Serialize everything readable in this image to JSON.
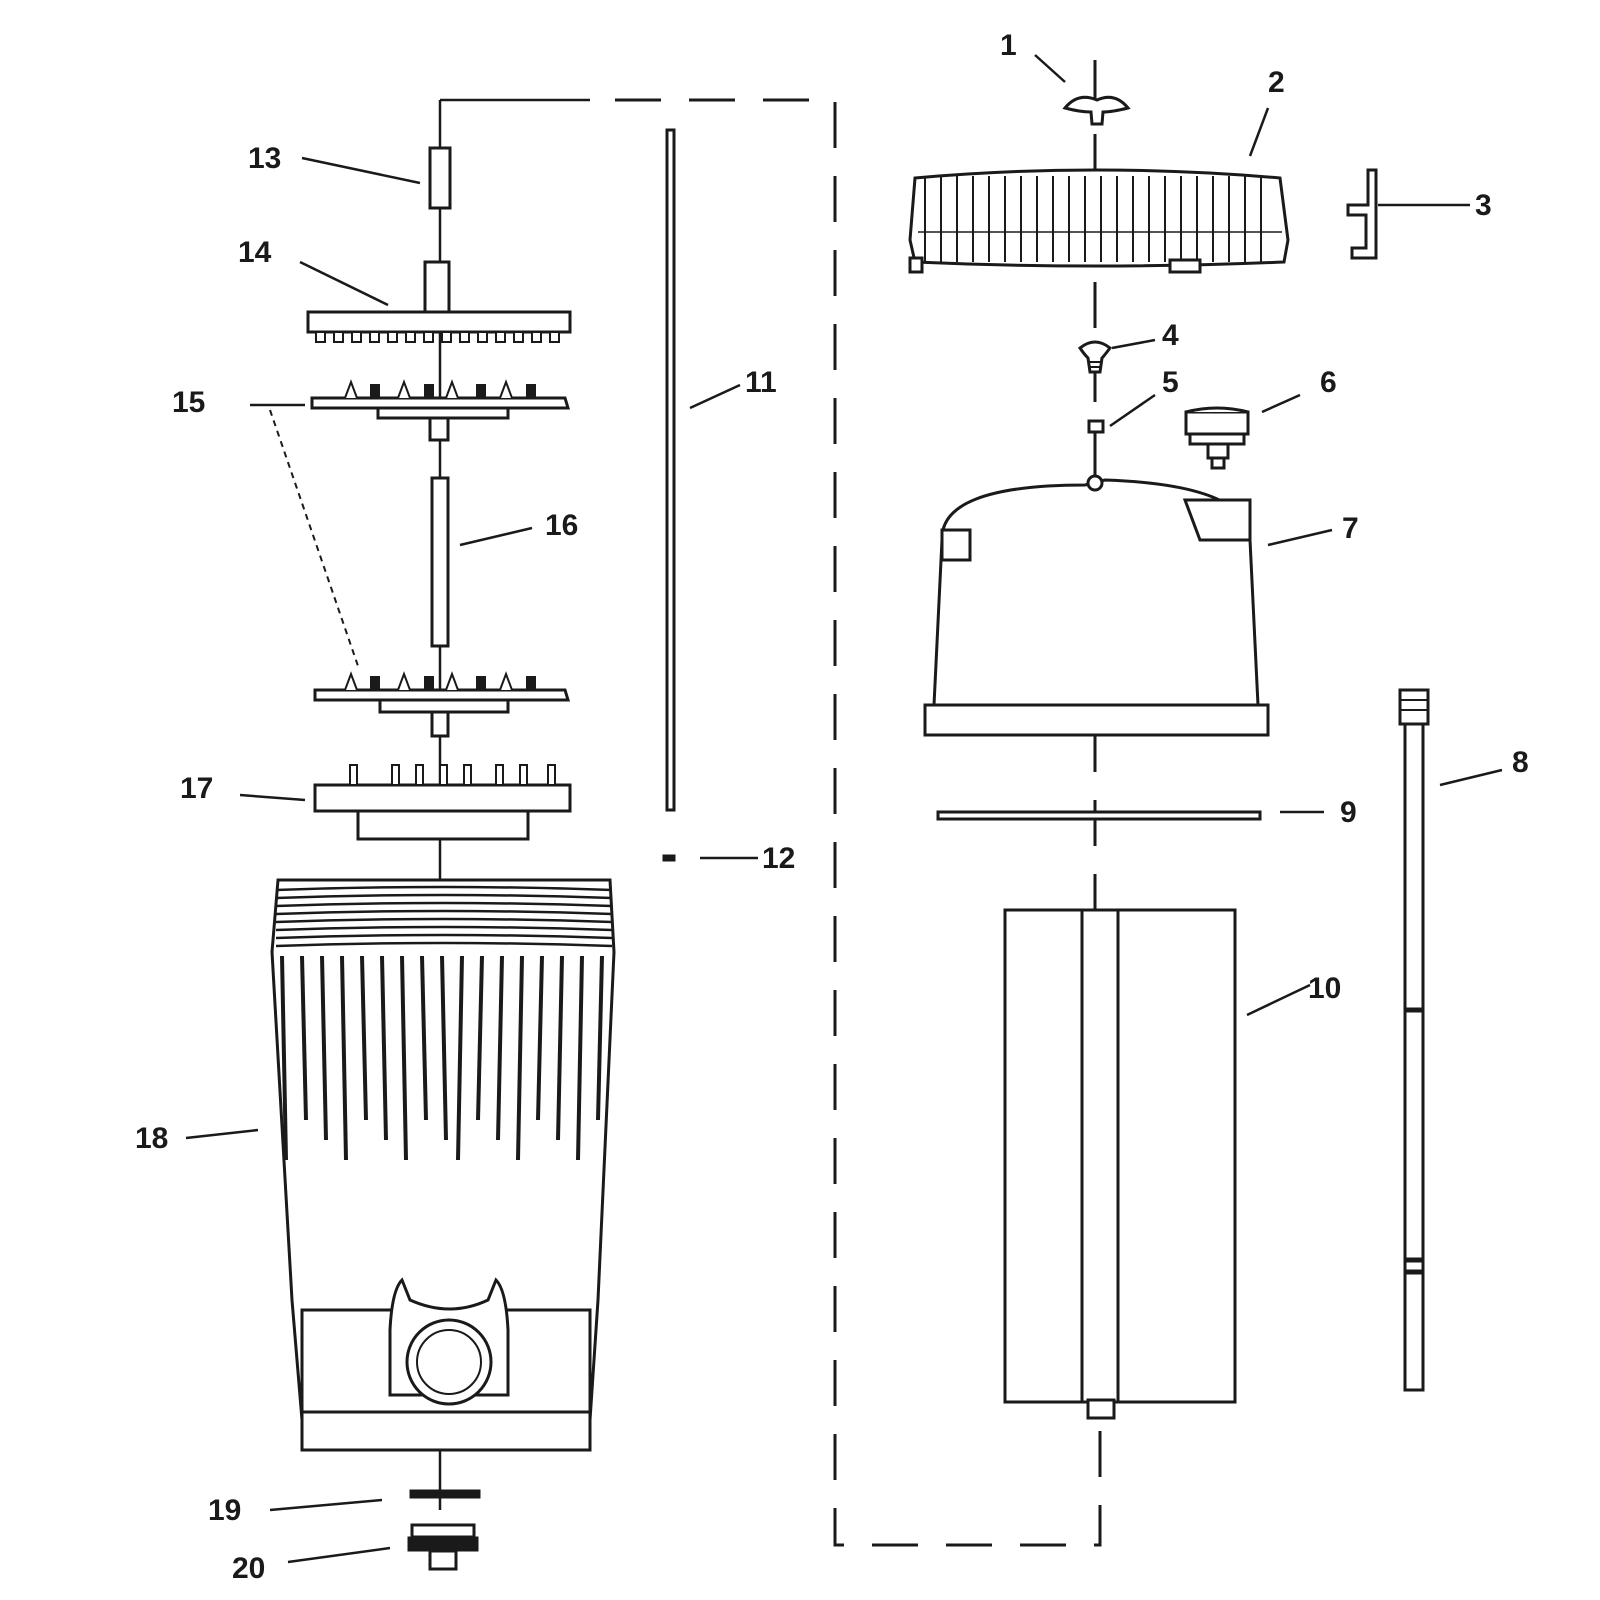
{
  "diagram": {
    "callouts": [
      "1",
      "2",
      "3",
      "4",
      "5",
      "6",
      "7",
      "8",
      "9",
      "10",
      "11",
      "12",
      "13",
      "14",
      "15",
      "16",
      "17",
      "18",
      "19",
      "20"
    ]
  },
  "colors": {
    "ink": "#1a1a1a",
    "paper": "#ffffff"
  }
}
